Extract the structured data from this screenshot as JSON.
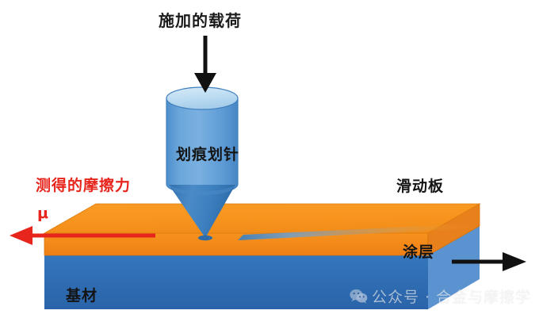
{
  "diagram": {
    "title_label": "施加的载荷",
    "stylus_label": "划痕划针",
    "friction_label": "测得的摩擦力",
    "mu_symbol": "μ",
    "sliding_plate_label": "滑动板",
    "coating_label": "涂层",
    "substrate_label": "基材",
    "icons": {
      "load_arrow": "arrow-down-icon",
      "friction_arrow": "arrow-left-icon",
      "sliding_arrow": "arrow-right-icon",
      "wechat": "wechat-icon"
    }
  },
  "watermark": {
    "text": "公众号 · 合金与摩擦学"
  },
  "colors": {
    "background": "#ffffff",
    "coating_top": "#f7941e",
    "coating_front": "#ef7f15",
    "coating_side": "#e8801c",
    "substrate_front": "#2f6cb5",
    "substrate_side": "#5b93d1",
    "stylus_body": "#5b9bd5",
    "stylus_top": "#bcd9f0",
    "stylus_cone": "#3a7cbe",
    "arrow_black": "#111111",
    "arrow_red": "#e8251c",
    "text_dark": "#141414",
    "text_red": "#e8251c",
    "watermark_text": "#f2f2f2"
  }
}
